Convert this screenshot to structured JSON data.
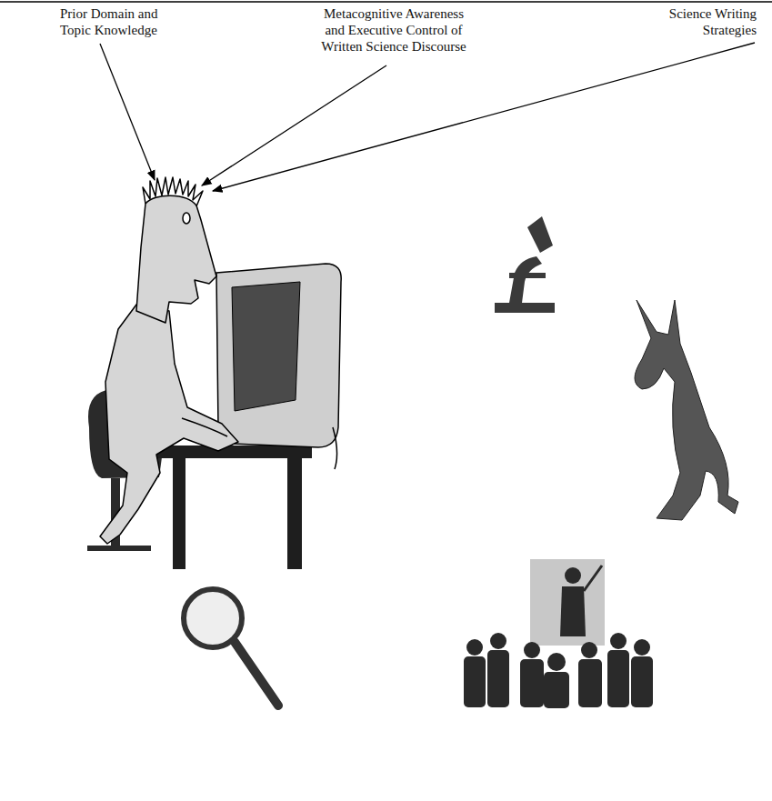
{
  "diagram": {
    "labels": [
      "Prior Domain and Topic Knowledge",
      "Metacognitive Awareness and Executive Control of Written Science Discourse",
      "Science Writing Strategies"
    ]
  }
}
